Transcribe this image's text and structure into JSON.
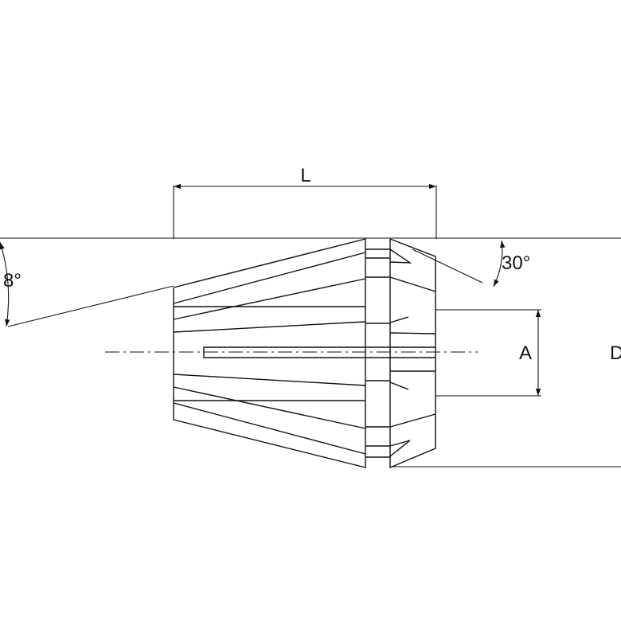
{
  "labels": {
    "length": "L",
    "bore": "A",
    "outer_diameter": "D",
    "front_angle": "30°",
    "taper_angle": "8°"
  },
  "colors": {
    "line": "#111111",
    "background": "#ffffff"
  }
}
